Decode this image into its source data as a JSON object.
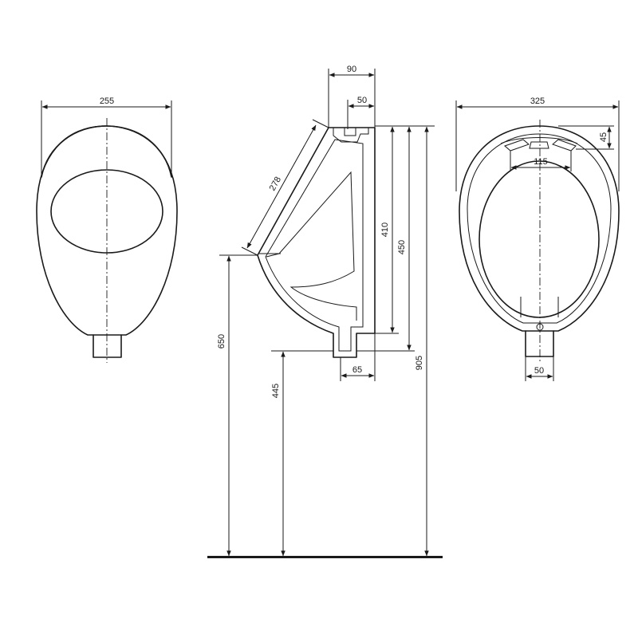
{
  "dimensions": {
    "front_width": "255",
    "side_depth_top": "90",
    "side_inlet_width": "50",
    "side_slope_length": "278",
    "side_height_410": "410",
    "side_height_450": "450",
    "side_outlet_width": "65",
    "rim_height": "650",
    "outlet_height": "445",
    "top_height": "905",
    "back_width": "325",
    "back_fixing_depth": "45",
    "back_fixing_spacing": "115",
    "back_outlet_width": "50"
  }
}
